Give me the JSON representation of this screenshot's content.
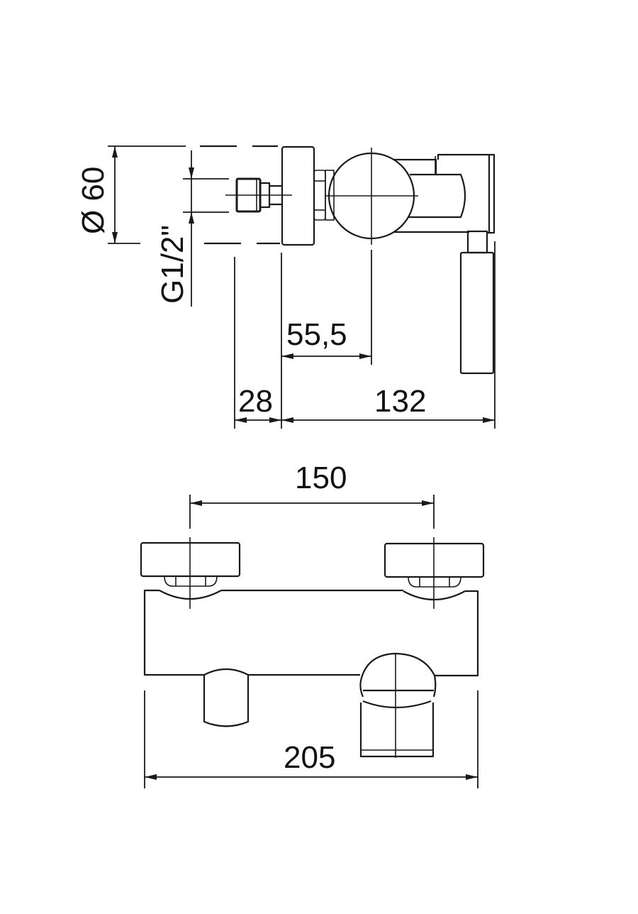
{
  "diagram": {
    "type": "technical-drawing",
    "subject": "wall-mounted single-lever bath/shower mixer",
    "colors": {
      "line": "#1a1a1a",
      "background": "#ffffff"
    },
    "side_view": {
      "dimensions": {
        "diameter": "Ø 60",
        "thread": "G1/2\"",
        "lever_offset": "55,5",
        "connector_depth": "28",
        "projection": "132"
      }
    },
    "front_view": {
      "dimensions": {
        "centers": "150",
        "overall_width": "205"
      }
    }
  }
}
